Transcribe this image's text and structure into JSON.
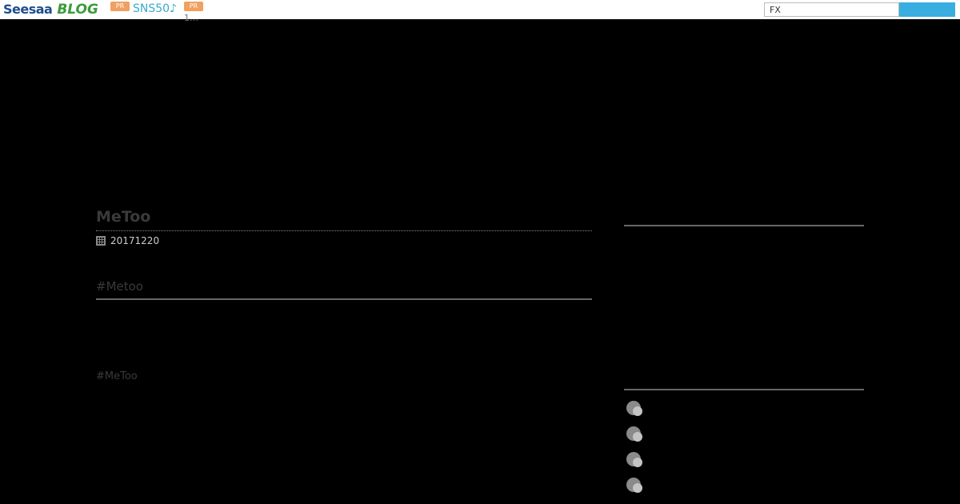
{
  "topbar": {
    "logo_seesaa": "Seesaa",
    "logo_blog": "BLOG",
    "pr_badge_1": "PR",
    "pr_link_1": "SNS50♪",
    "pr_badge_2": "PR",
    "pr_link_2": "1…"
  },
  "search": {
    "value": "FX",
    "button_label": ""
  },
  "post": {
    "title": "MeToo",
    "date": "20171220",
    "section_heading": "#Metoo",
    "tag": "#MeToo"
  },
  "sidebar": {
    "items": [
      "",
      "",
      "",
      ""
    ]
  },
  "colors": {
    "background": "#000000",
    "search_button": "#3aaee0",
    "pr_badge": "#f0a060",
    "pr_link": "#3aaacc"
  },
  "icons": {
    "date": "calendar-icon",
    "sidebar_item": "comment-bubble-icon"
  }
}
